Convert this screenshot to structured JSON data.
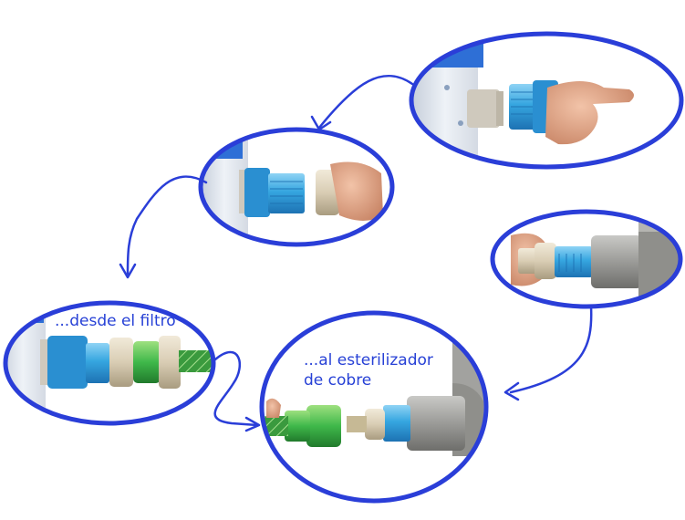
{
  "colors": {
    "accent_blue": "#2a3ed8",
    "fitting_blue": "#36a6e0",
    "connector_green": "#3fb84a",
    "pvc_grey": "#9b9b98",
    "beige_nut": "#d9cdb4",
    "filter_body": "#dfe5ee"
  },
  "steps": [
    {
      "icon": "filter-outlet-adapter-icon"
    },
    {
      "icon": "tap-adapter-icon"
    },
    {
      "icon": "hose-connector-filter-icon"
    },
    {
      "icon": "pvc-elbow-adapter-icon"
    },
    {
      "icon": "hose-connector-sterilizer-icon"
    }
  ],
  "labels": {
    "from_filter": "...desde el filtro",
    "to_sterilizer_line1": "...al esterilizador",
    "to_sterilizer_line2": "de  cobre"
  }
}
